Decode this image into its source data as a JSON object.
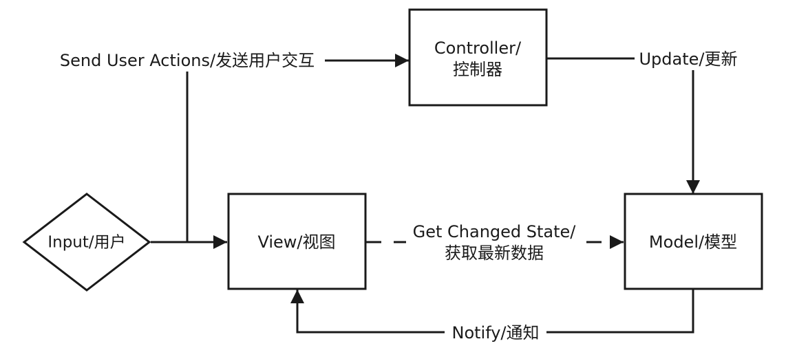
{
  "nodes": {
    "input": {
      "label": "Input/用户",
      "shape": "diamond"
    },
    "view": {
      "label": "View/视图",
      "shape": "rectangle"
    },
    "controller": {
      "line1": "Controller/",
      "line2": "控制器",
      "shape": "rectangle"
    },
    "model": {
      "label": "Model/模型",
      "shape": "rectangle"
    }
  },
  "edges": {
    "send_user_actions": {
      "label": "Send User Actions/发送用户交互",
      "from": "input",
      "to": "controller",
      "style": "solid"
    },
    "input_to_view": {
      "from": "input",
      "to": "view",
      "style": "solid"
    },
    "update": {
      "label": "Update/更新",
      "from": "controller",
      "to": "model",
      "style": "solid"
    },
    "get_changed_state": {
      "line1": "Get Changed State/",
      "line2": "获取最新数据",
      "from": "view",
      "to": "model",
      "style": "dashed"
    },
    "notify": {
      "label": "Notify/通知",
      "from": "model",
      "to": "view",
      "style": "solid"
    }
  },
  "colors": {
    "stroke": "#1a1a1a",
    "background": "#ffffff"
  }
}
